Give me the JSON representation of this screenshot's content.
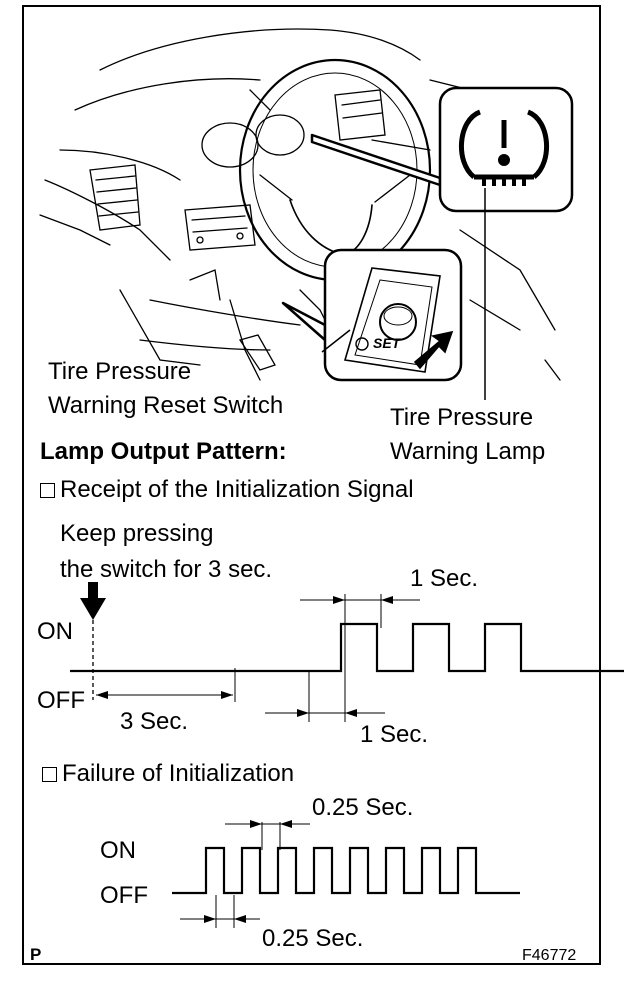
{
  "callouts": {
    "reset_switch": "Tire Pressure\nWarning Reset Switch",
    "warning_lamp": "Tire Pressure\nWarning Lamp",
    "switch_plate_text": "SET"
  },
  "lamp_section": {
    "heading": "Lamp Output Pattern:",
    "case1": {
      "label": "Receipt of the Initialization Signal",
      "instruction": "Keep pressing\nthe switch for 3 sec.",
      "on_label": "ON",
      "off_label": "OFF",
      "delay_label": "3 Sec.",
      "period_top_label": "1 Sec.",
      "period_bottom_label": "1 Sec.",
      "waveform": {
        "delay_sec": 3,
        "pulse_width_sec": 1,
        "pulse_count": 3
      }
    },
    "case2": {
      "label": "Failure of Initialization",
      "on_label": "ON",
      "off_label": "OFF",
      "period_top_label": "0.25 Sec.",
      "period_bottom_label": "0.25 Sec.",
      "waveform": {
        "pulse_width_sec": 0.25,
        "pulse_count": 8
      }
    }
  },
  "footer": {
    "left_code": "P",
    "figure_id": "F46772"
  }
}
